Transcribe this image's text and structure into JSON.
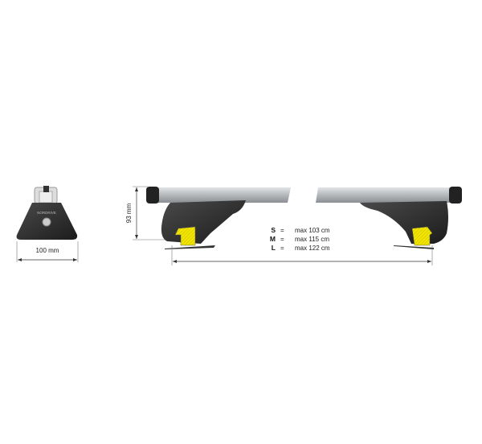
{
  "brand_logo": "NORDRIVE",
  "dimensions": {
    "width_label": "100 mm",
    "height_label": "93 mm"
  },
  "sizes": [
    {
      "size": "S",
      "eq": "=",
      "value": "max 103  cm"
    },
    {
      "size": "M",
      "eq": "=",
      "value": "max 115  cm"
    },
    {
      "size": "L",
      "eq": "=",
      "value": "max 122  cm"
    }
  ],
  "colors": {
    "bar": "#b9bcbf",
    "foot": "#2b2b2b",
    "pad": "#f2e600"
  }
}
